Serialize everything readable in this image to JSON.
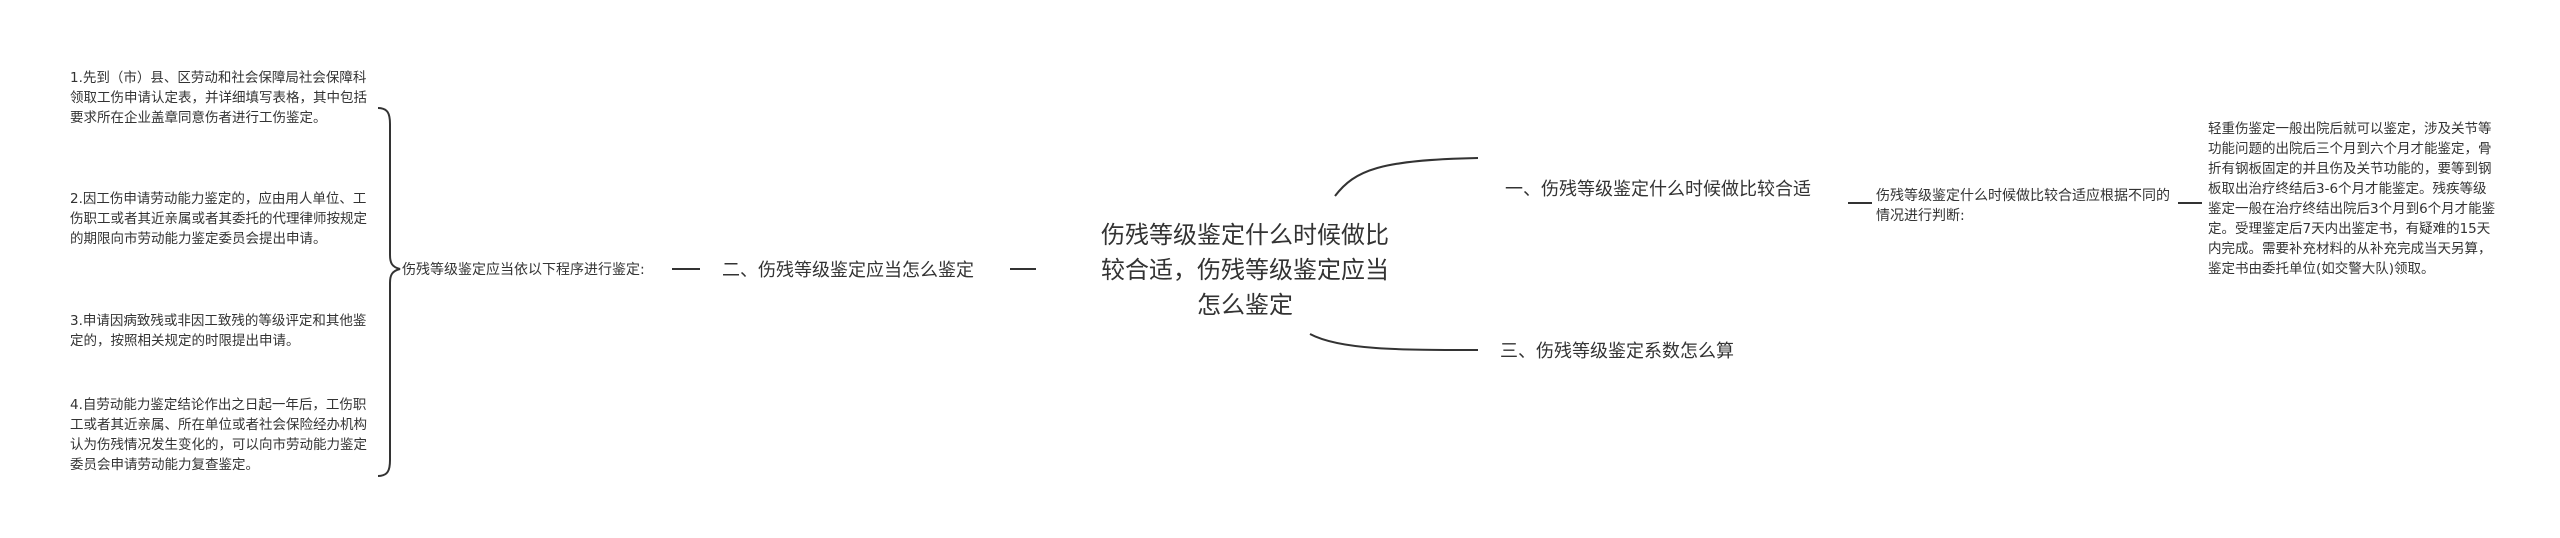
{
  "central_topic": "伤残等级鉴定什么时候做比较合适，伤残等级鉴定应当怎么鉴定",
  "right_branches": [
    {
      "label": "一、伤残等级鉴定什么时候做比较合适",
      "child": "伤残等级鉴定什么时候做比较合适应根据不同的情况进行判断:",
      "detail": "轻重伤鉴定一般出院后就可以鉴定，涉及关节等功能问题的出院后三个月到六个月才能鉴定，骨折有钢板固定的并且伤及关节功能的，要等到钢板取出治疗终结后3-6个月才能鉴定。残疾等级鉴定一般在治疗终结出院后3个月到6个月才能鉴定。受理鉴定后7天内出鉴定书，有疑难的15天内完成。需要补充材料的从补充完成当天另算，鉴定书由委托单位(如交警大队)领取。"
    },
    {
      "label": "三、伤残等级鉴定系数怎么算"
    }
  ],
  "left_branch": {
    "label": "二、伤残等级鉴定应当怎么鉴定",
    "child": "伤残等级鉴定应当依以下程序进行鉴定:",
    "steps": [
      "1.先到（市）县、区劳动和社会保障局社会保障科领取工伤申请认定表，并详细填写表格，其中包括要求所在企业盖章同意伤者进行工伤鉴定。",
      "2.因工伤申请劳动能力鉴定的，应由用人单位、工伤职工或者其近亲属或者其委托的代理律师按规定的期限向市劳动能力鉴定委员会提出申请。",
      "3.申请因病致残或非因工致残的等级评定和其他鉴定的，按照相关规定的时限提出申请。",
      "4.自劳动能力鉴定结论作出之日起一年后，工伤职工或者其近亲属、所在单位或者社会保险经办机构认为伤残情况发生变化的，可以向市劳动能力鉴定委员会申请劳动能力复查鉴定。"
    ]
  },
  "colors": {
    "line": "#333333",
    "text": "#333333",
    "background": "#ffffff"
  }
}
